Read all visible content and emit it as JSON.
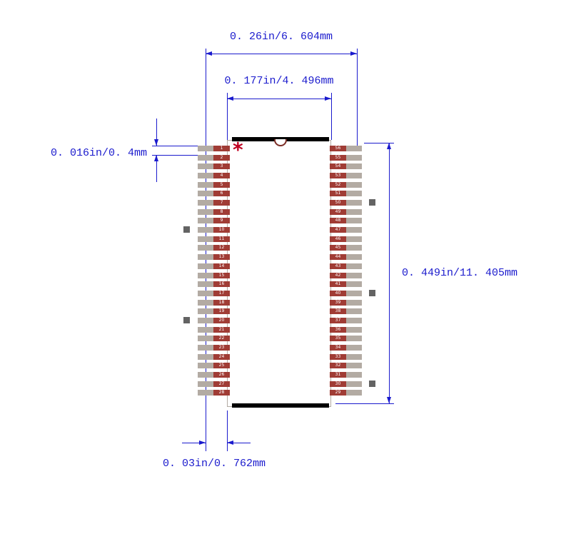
{
  "diagram": {
    "type": "ic-package-footprint",
    "dimensions": {
      "overall_width": "0. 26in/6. 604mm",
      "body_width": "0. 177in/4. 496mm",
      "pin_pitch": "0. 016in/0. 4mm",
      "body_height": "0. 449in/11. 405mm",
      "pin_length": "0. 03in/0. 762mm"
    },
    "pin1_marker": "*",
    "package": {
      "left_pins": [
        1,
        2,
        3,
        4,
        5,
        6,
        7,
        8,
        9,
        10,
        11,
        12,
        13,
        14,
        15,
        16,
        17,
        18,
        19,
        20,
        21,
        22,
        23,
        24,
        25,
        26,
        27,
        28
      ],
      "right_pins": [
        56,
        55,
        54,
        53,
        52,
        51,
        50,
        49,
        48,
        47,
        46,
        45,
        44,
        43,
        42,
        41,
        40,
        39,
        38,
        37,
        36,
        35,
        34,
        33,
        32,
        31,
        30,
        29
      ],
      "tick_pins_left": [
        10,
        20
      ],
      "tick_pins_right": [
        50,
        40,
        30
      ]
    },
    "colors": {
      "dimension": "#1a1acd",
      "pin_lead": "#b3aba3",
      "pin_pad": "#a03c35",
      "pin_number": "#ffffff",
      "body_outline": "#b3aba3",
      "bar": "#000000",
      "tick": "#636363",
      "marker": "#c00021",
      "notch": "#7b2d26"
    }
  }
}
